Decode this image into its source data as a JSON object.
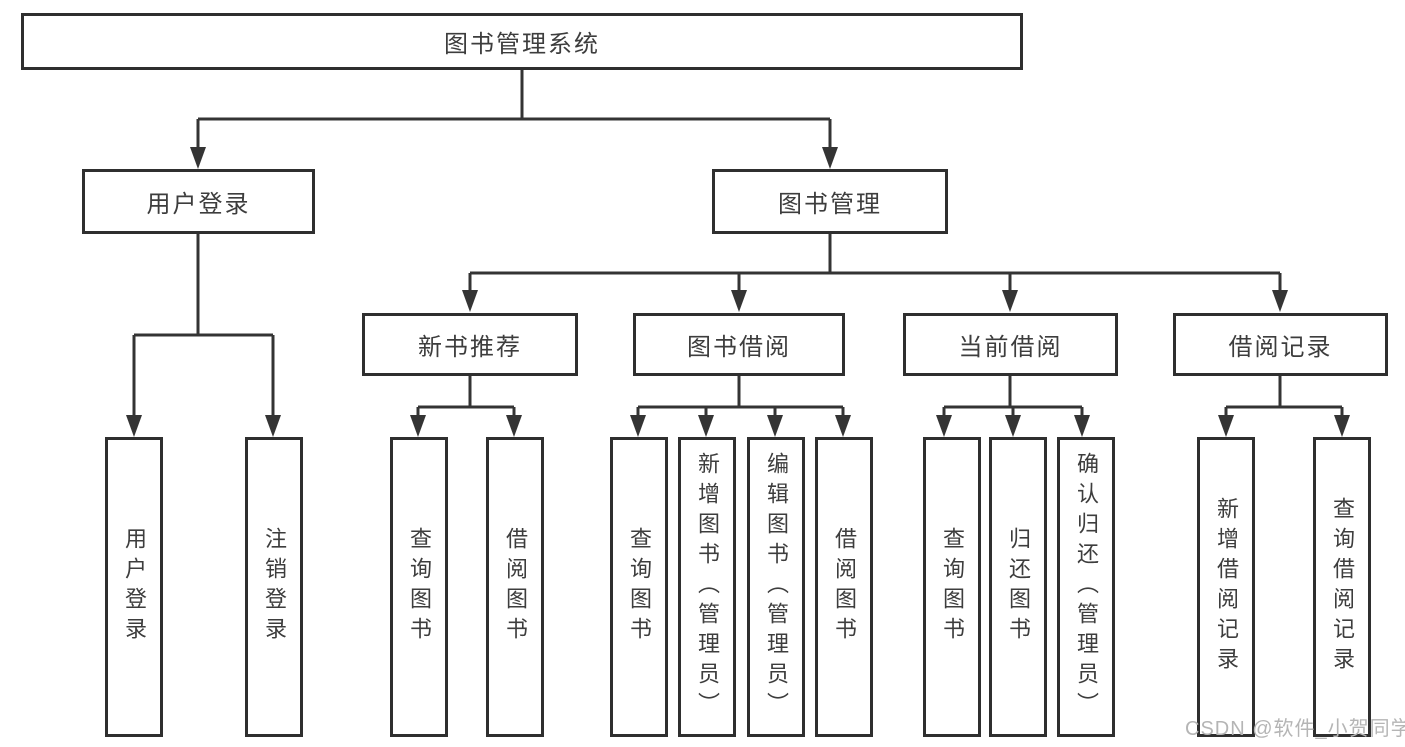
{
  "diagram": {
    "type": "tree-diagram",
    "title": "图书管理系统",
    "level2": {
      "user_login": "用户登录",
      "book_management": "图书管理"
    },
    "level3": {
      "new_book_recommend": "新书推荐",
      "book_borrow": "图书借阅",
      "current_borrow": "当前借阅",
      "borrow_records": "借阅记录"
    },
    "leaves": {
      "user_login": [
        "用户登录",
        "注销登录"
      ],
      "new_book_recommend": [
        "查询图书",
        "借阅图书"
      ],
      "book_borrow": [
        "查询图书",
        "新增图书（管理员）",
        "编辑图书（管理员）",
        "借阅图书"
      ],
      "current_borrow": [
        "查询图书",
        "归还图书",
        "确认归还（管理员）"
      ],
      "borrow_records": [
        "新增借阅记录",
        "查询借阅记录"
      ]
    }
  },
  "watermark": {
    "text": "CSDN @软件_小贺同学"
  },
  "colors": {
    "line": "#343434",
    "box_border": "#2f2f2f",
    "text": "#3d3d3d",
    "watermark": "#b5b5b5",
    "background": "#ffffff"
  }
}
